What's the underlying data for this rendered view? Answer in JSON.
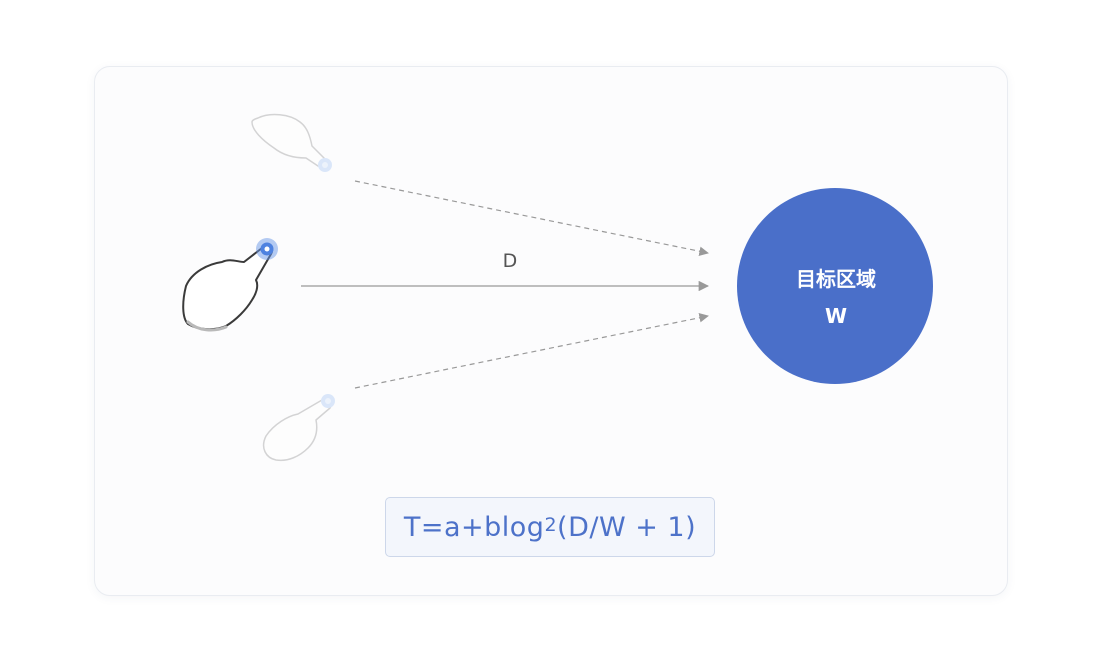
{
  "diagram": {
    "distance_label": "D",
    "target": {
      "line1": "目标区域",
      "line2": "W",
      "fill_color": "#4a6fc9"
    },
    "pointer_color": "#6a98e8",
    "arrow_color": "#999999"
  },
  "formula": {
    "prefix": "T=a+blog",
    "exponent": "2",
    "suffix": "(D/W + 1)"
  }
}
